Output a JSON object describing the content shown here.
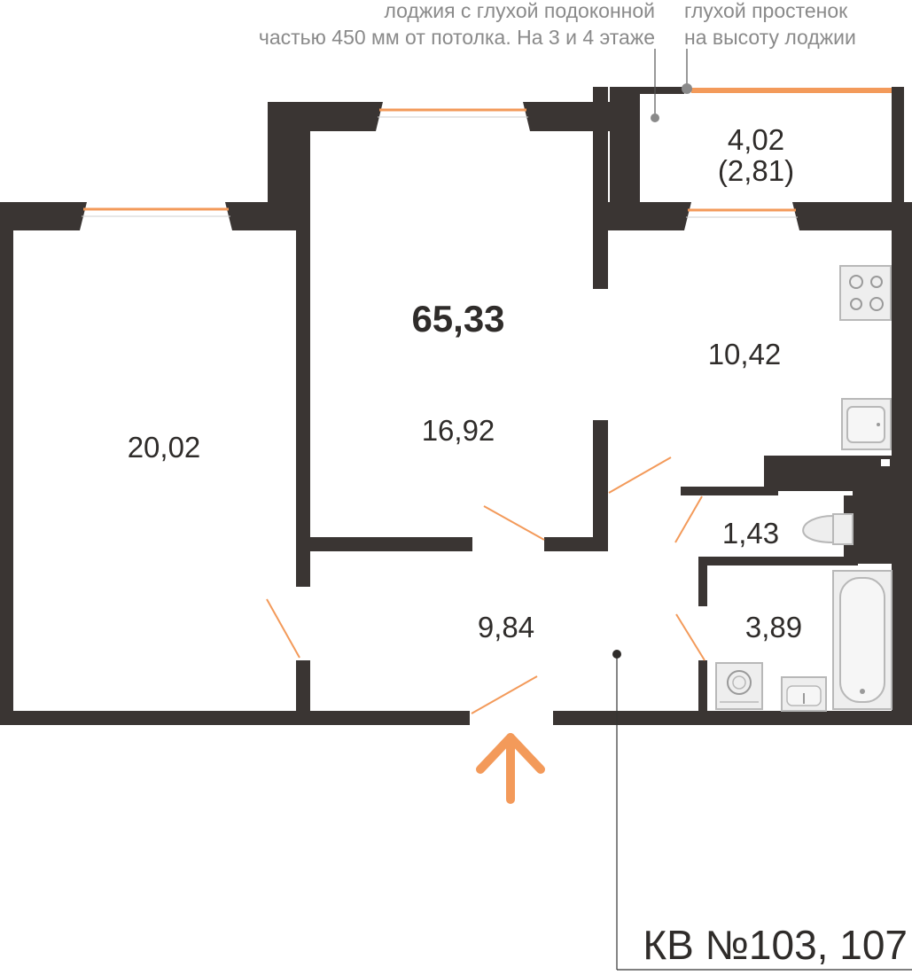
{
  "annotations": {
    "loggia_note_line1": "лоджия с глухой подоконной",
    "loggia_note_line2": "частью 450 мм от потолка. На 3 и 4 этаже",
    "pier_note_line1": "глухой простенок",
    "pier_note_line2": "на высоту лоджии"
  },
  "total_area": "65,33",
  "rooms": {
    "loggia_area": "4,02",
    "loggia_reduced_area": "(2,81)",
    "bedroom_area": "20,02",
    "living_room_area": "16,92",
    "kitchen_area": "10,42",
    "toilet_area": "1,43",
    "bathroom_area": "3,89",
    "hallway_area": "9,84"
  },
  "apartment_label": "КВ №103, 107",
  "colors": {
    "wall": "#3a3533",
    "accent": "#f39a5a",
    "fixture_fill": "#eeeeee",
    "fixture_stroke": "#b8b8b8",
    "leader_line": "#555555"
  },
  "icons": {
    "entrance": "arrow-up-icon",
    "stove": "stove-icon",
    "sink": "kitchen-sink-icon",
    "toilet": "toilet-icon",
    "bathtub": "bathtub-icon",
    "washer": "washing-machine-icon",
    "basin": "wash-basin-icon"
  }
}
